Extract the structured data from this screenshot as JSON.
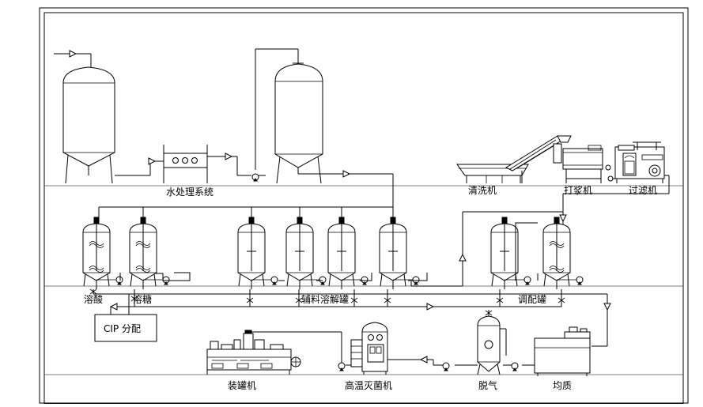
{
  "labels": {
    "water": "水处理系统",
    "washer": "清洗机",
    "pulper": "打浆机",
    "filter": "过滤机",
    "acid": "溶酸",
    "sugar": "溶糖",
    "aux": "辅料溶解罐",
    "blend": "调配罐",
    "cip": "CIP 分配",
    "filler": "装罐机",
    "sterilizer": "高温灭菌机",
    "degas": "脱气",
    "homog": "均质"
  }
}
